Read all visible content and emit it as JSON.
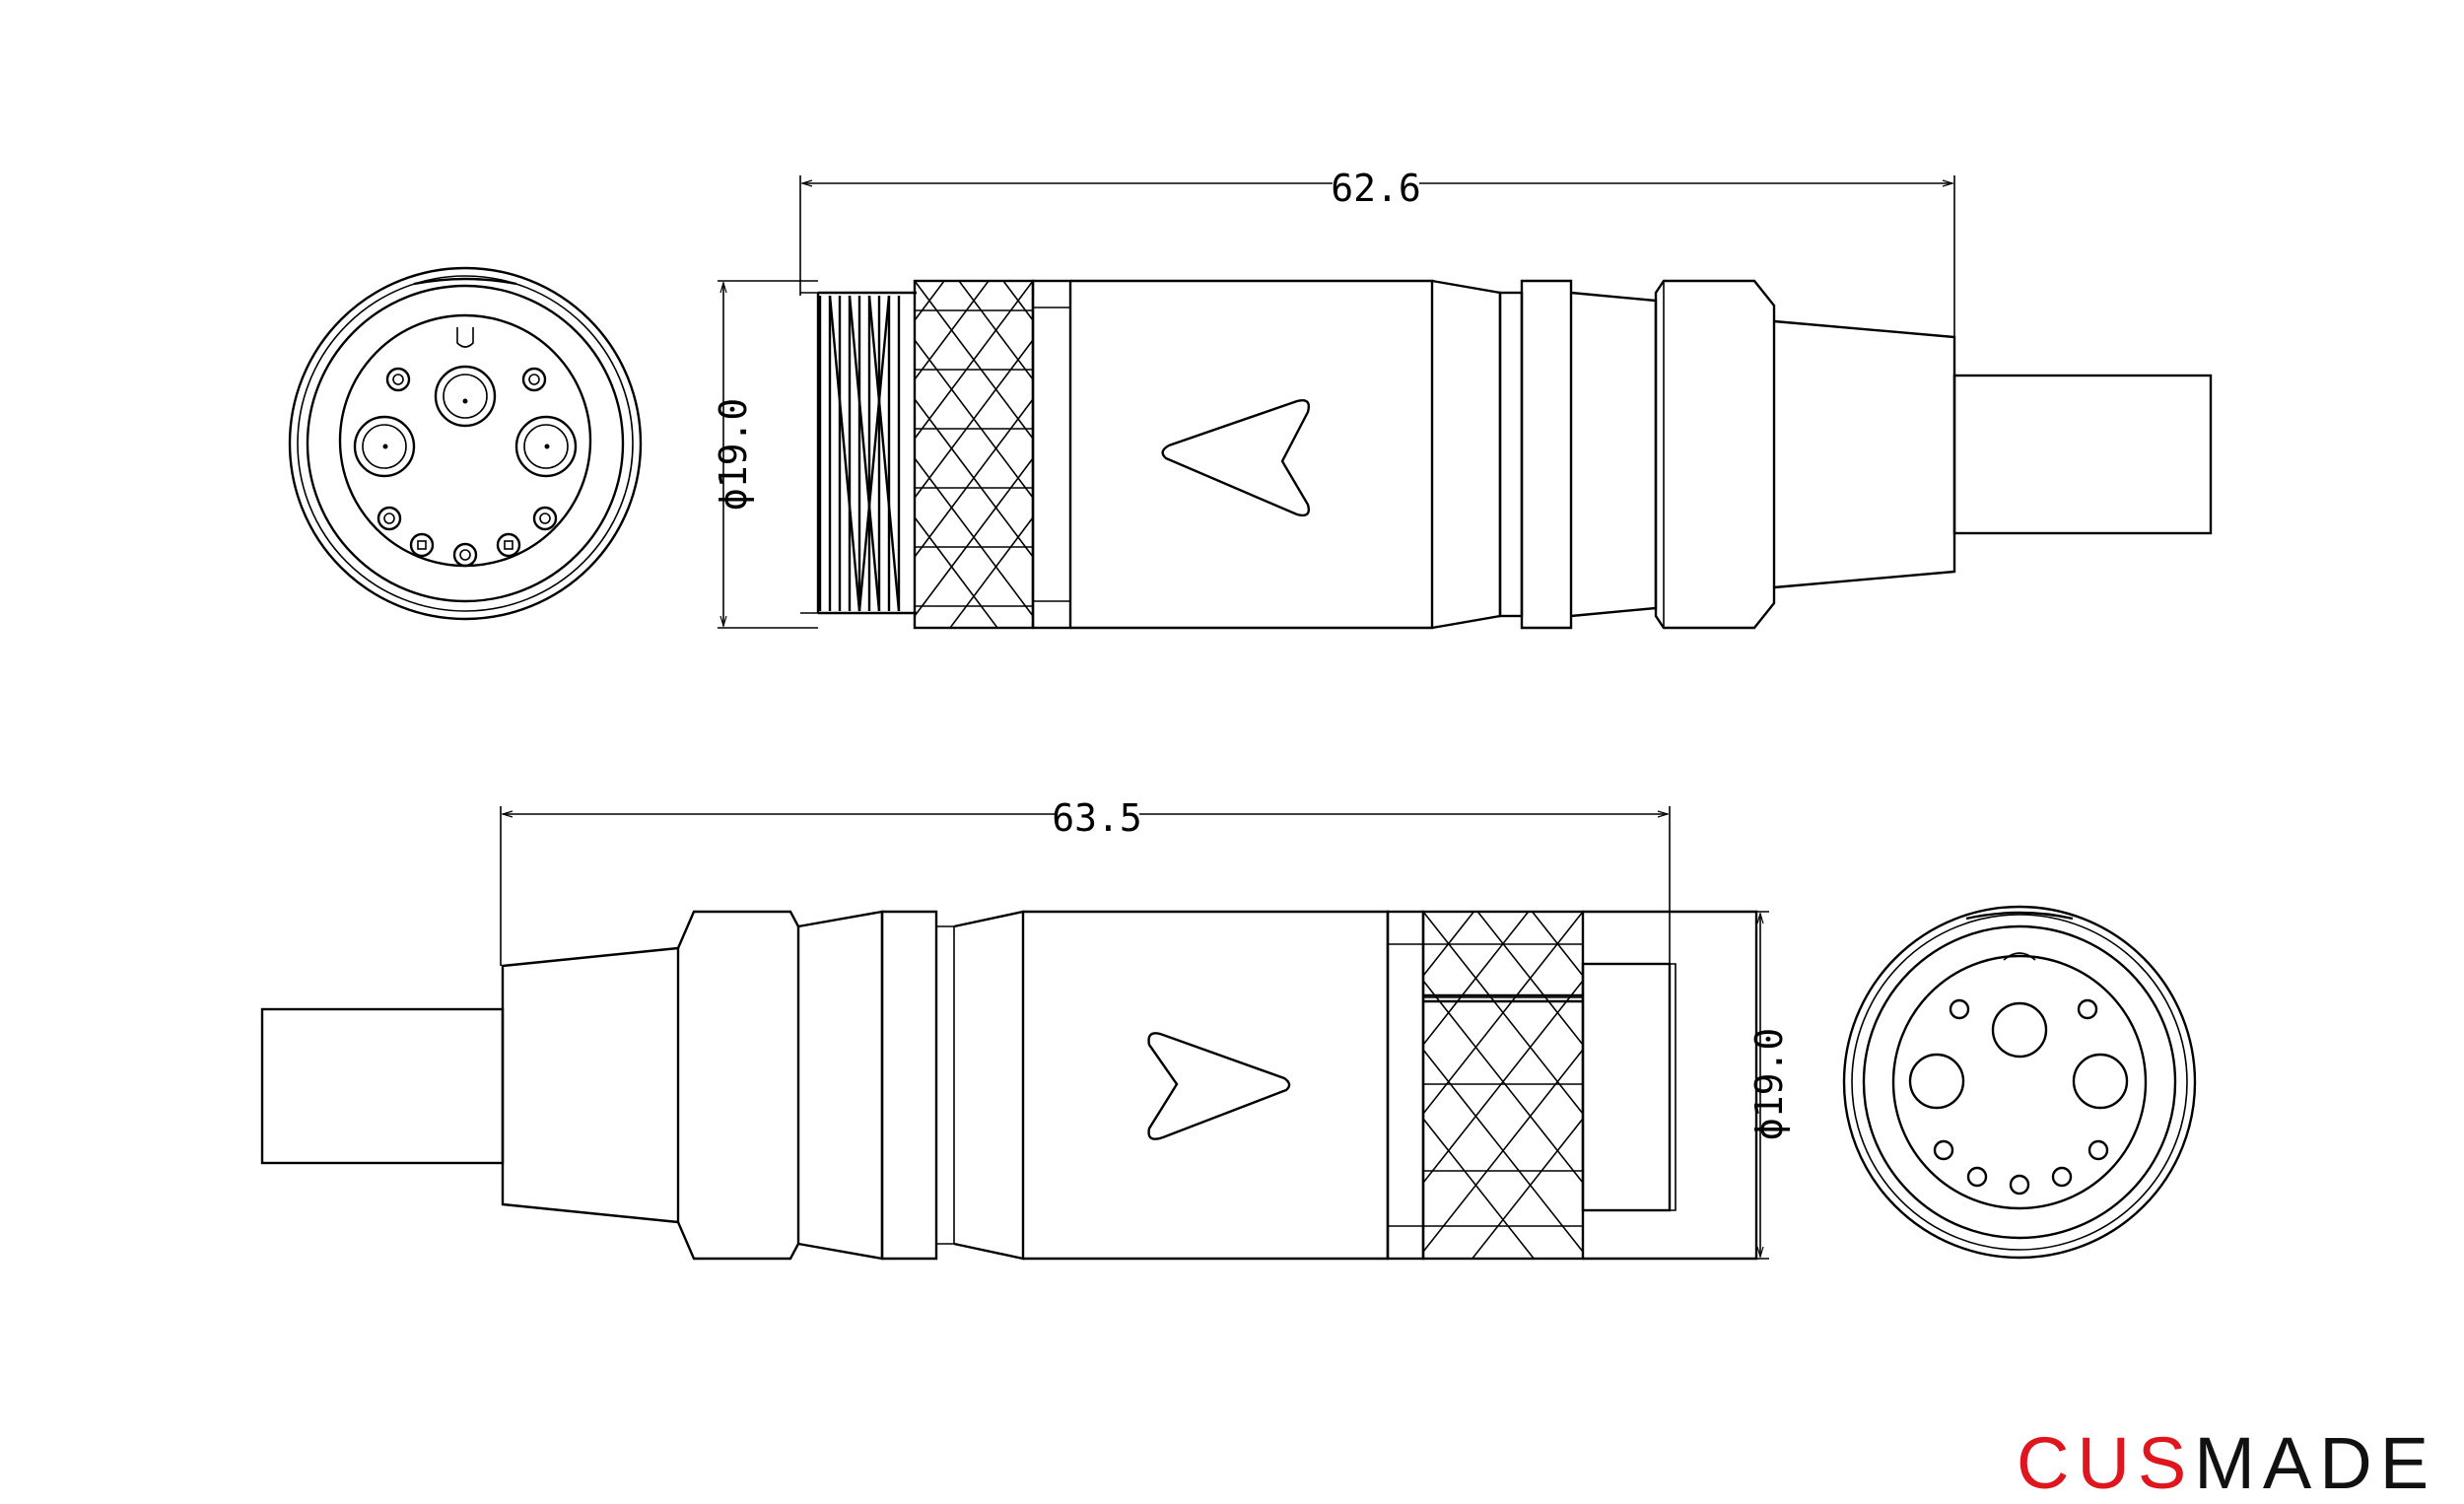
{
  "dimensions": {
    "top_length": "62.6",
    "top_diameter": "ϕ19.0",
    "bottom_length": "63.5",
    "bottom_diameter": "ϕ19.0"
  },
  "brand": {
    "part1": "CUS",
    "part2": "MADE",
    "part1_color": "#e0161e",
    "part2_color": "#111111"
  }
}
